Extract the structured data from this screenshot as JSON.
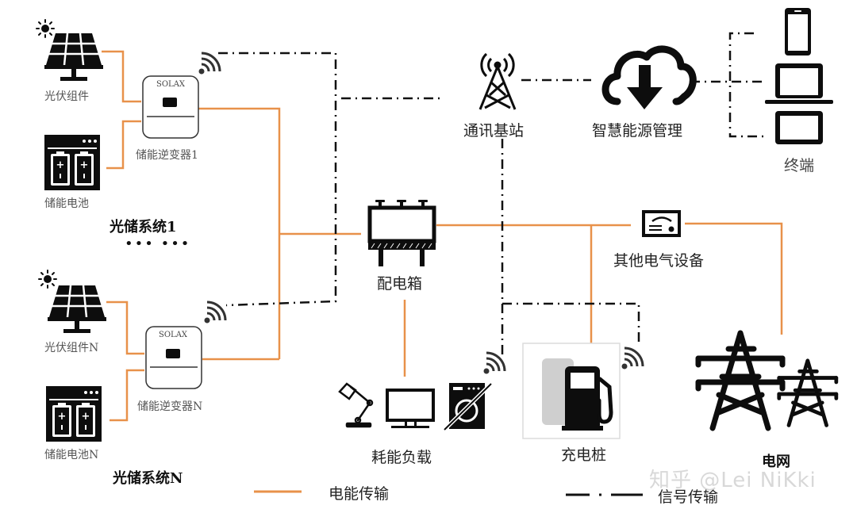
{
  "colors": {
    "power_line": "#E8914A",
    "signal_line": "#111111",
    "icon": "#0d0d0d"
  },
  "system1": {
    "pv_label": "光伏组件",
    "battery_label": "储能电池",
    "inverter_brand": "SOLAX",
    "inverter_label": "储能逆变器1",
    "system_label": "光储系统1"
  },
  "ellipsis": "••• •••",
  "systemN": {
    "pv_label": "光伏组件N",
    "battery_label": "储能电池N",
    "inverter_brand": "SOLAX",
    "inverter_label": "储能逆变器N",
    "system_label": "光储系统N"
  },
  "center": {
    "distribution_box_label": "配电箱",
    "base_station_label": "通讯基站",
    "smart_energy_label": "智慧能源管理",
    "terminal_label": "终端",
    "other_equipment_label": "其他电气设备",
    "load_label": "耗能负载",
    "charger_label": "充电桩",
    "grid_label": "电网"
  },
  "icons": {
    "sun": "sun-icon",
    "solar_panel": "solar-panel-icon",
    "battery": "battery-cabinet-icon",
    "inverter": "inverter-icon",
    "wifi": "wifi-icon",
    "distribution_box": "distribution-box-icon",
    "tower": "cell-tower-icon",
    "cloud": "cloud-download-icon",
    "phone": "phone-icon",
    "laptop": "laptop-icon",
    "tablet": "tablet-icon",
    "appliance": "electrical-equipment-icon",
    "lamp": "desk-lamp-icon",
    "monitor": "monitor-icon",
    "washer": "washing-machine-icon",
    "fuel_pump": "charging-pile-icon",
    "pylon": "power-pylon-icon"
  },
  "legend": {
    "power_label": "电能传输",
    "signal_label": "信号传输"
  },
  "watermark": "知乎 @Lei NiKki"
}
